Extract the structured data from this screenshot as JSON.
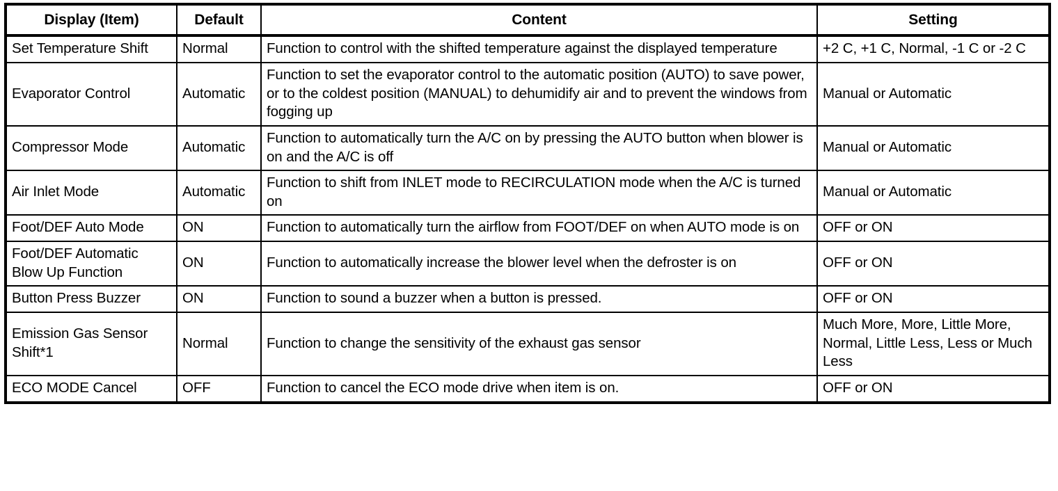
{
  "table": {
    "headers": {
      "item": "Display (Item)",
      "default": "Default",
      "content": "Content",
      "setting": "Setting"
    },
    "rows": [
      {
        "item": "Set Temperature Shift",
        "default": "Normal",
        "content": "Function to control with the shifted temperature against the displayed temperature",
        "setting": "+2 C, +1 C, Normal, -1 C or -2 C"
      },
      {
        "item": "Evaporator Control",
        "default": "Automatic",
        "content": "Function to set the evaporator control to the automatic position (AUTO) to save power, or to the coldest position (MANUAL) to dehumidify air and to prevent the windows from fogging up",
        "setting": "Manual or Automatic"
      },
      {
        "item": "Compressor Mode",
        "default": "Automatic",
        "content": "Function to automatically turn the A/C on by pressing the AUTO button when blower is on and the A/C is off",
        "setting": "Manual or Automatic"
      },
      {
        "item": "Air Inlet Mode",
        "default": "Automatic",
        "content": "Function to shift from INLET mode to RECIRCULATION mode when the A/C is turned on",
        "setting": "Manual or Automatic"
      },
      {
        "item": "Foot/DEF Auto Mode",
        "default": "ON",
        "content": "Function to automatically turn the airflow from FOOT/DEF on when AUTO mode is on",
        "setting": "OFF or ON"
      },
      {
        "item": "Foot/DEF Automatic Blow Up Function",
        "default": "ON",
        "content": "Function to automatically increase the blower level when the defroster is on",
        "setting": "OFF or ON"
      },
      {
        "item": "Button Press Buzzer",
        "default": "ON",
        "content": "Function to sound a buzzer when a button is pressed.",
        "setting": "OFF or ON"
      },
      {
        "item": "Emission Gas Sensor Shift*1",
        "default": "Normal",
        "content": "Function to change the sensitivity of the exhaust gas sensor",
        "setting": "Much More, More, Little More, Normal, Little Less, Less or Much Less"
      },
      {
        "item": "ECO MODE Cancel",
        "default": "OFF",
        "content": "Function to cancel the ECO mode drive when item is on.",
        "setting": "OFF or ON"
      }
    ]
  },
  "colors": {
    "border": "#000000",
    "text": "#000000",
    "background": "#ffffff"
  }
}
